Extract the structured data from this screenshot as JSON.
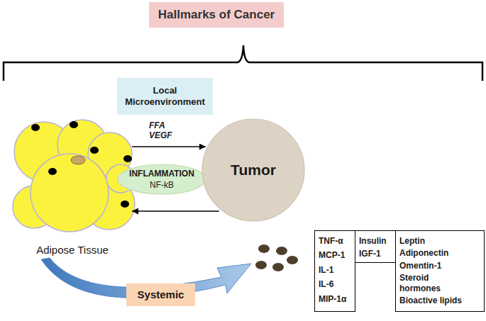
{
  "diagram": {
    "title": "Hallmarks of Cancer",
    "nodes": [
      {
        "text": [
          "Local Microenvironment"
        ]
      },
      {
        "text": [
          "Adipose Tissue"
        ]
      },
      {
        "text": [
          "INFLAMMATION",
          "NF-kB"
        ]
      },
      {
        "text": [
          "Tumor"
        ]
      },
      {
        "text": [
          "TNF-α",
          "MCP-1",
          "IL-1",
          "IL-6",
          "MIP-1α"
        ]
      },
      {
        "text": [
          "Insulin",
          "IGF-1"
        ]
      },
      {
        "text": [
          "Leptin",
          "Adiponectin",
          "Omentin-1",
          "Steroid hormones",
          "Bioactive lipids"
        ]
      },
      {
        "text": [
          "Systemic"
        ]
      }
    ],
    "edges": [
      {
        "from": 1,
        "to": 3,
        "label": "FFA VEGF",
        "arrow": "to"
      },
      {
        "from": 3,
        "to": 1,
        "arrow": "to"
      }
    ]
  }
}
